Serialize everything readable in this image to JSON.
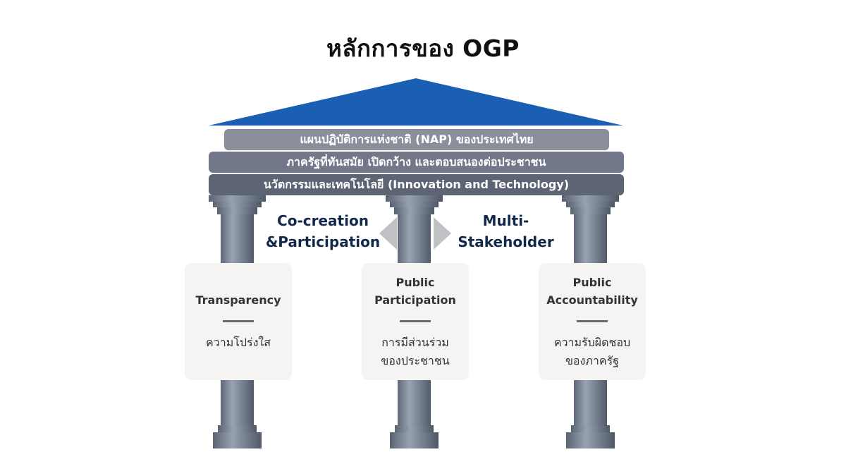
{
  "title": "หลักการของ OGP",
  "colors": {
    "roof": "#1a5fb4",
    "pillar": "#7a8494",
    "band_top": "#8b8f9c",
    "band_mid": "#727889",
    "band_bottom": "#5d6474",
    "concept_text": "#13294b",
    "card_bg": "#f5f4f2"
  },
  "bands": [
    "แผนปฏิบัติการแห่งชาติ (NAP) ของประเทศไทย",
    "ภาครัฐที่ทันสมัย เปิดกว้าง และตอบสนองต่อประชาชน",
    "นวัตกรรมและเทคโนโลยี (Innovation and Technology)"
  ],
  "concepts": {
    "left": [
      "Co-creation",
      "&Participation"
    ],
    "right": [
      "Multi-",
      "Stakeholder"
    ]
  },
  "pillars": [
    {
      "title": [
        "Transparency"
      ],
      "desc": [
        "ความโปร่งใส"
      ]
    },
    {
      "title": [
        "Public",
        "Participation"
      ],
      "desc": [
        "การมีส่วนร่วม",
        "ของประชาชน"
      ]
    },
    {
      "title": [
        "Public",
        "Accountability"
      ],
      "desc": [
        "ความรับผิดชอบ",
        "ของภาครัฐ"
      ]
    }
  ],
  "icons": {
    "arrow": "double-arrow-icon"
  }
}
